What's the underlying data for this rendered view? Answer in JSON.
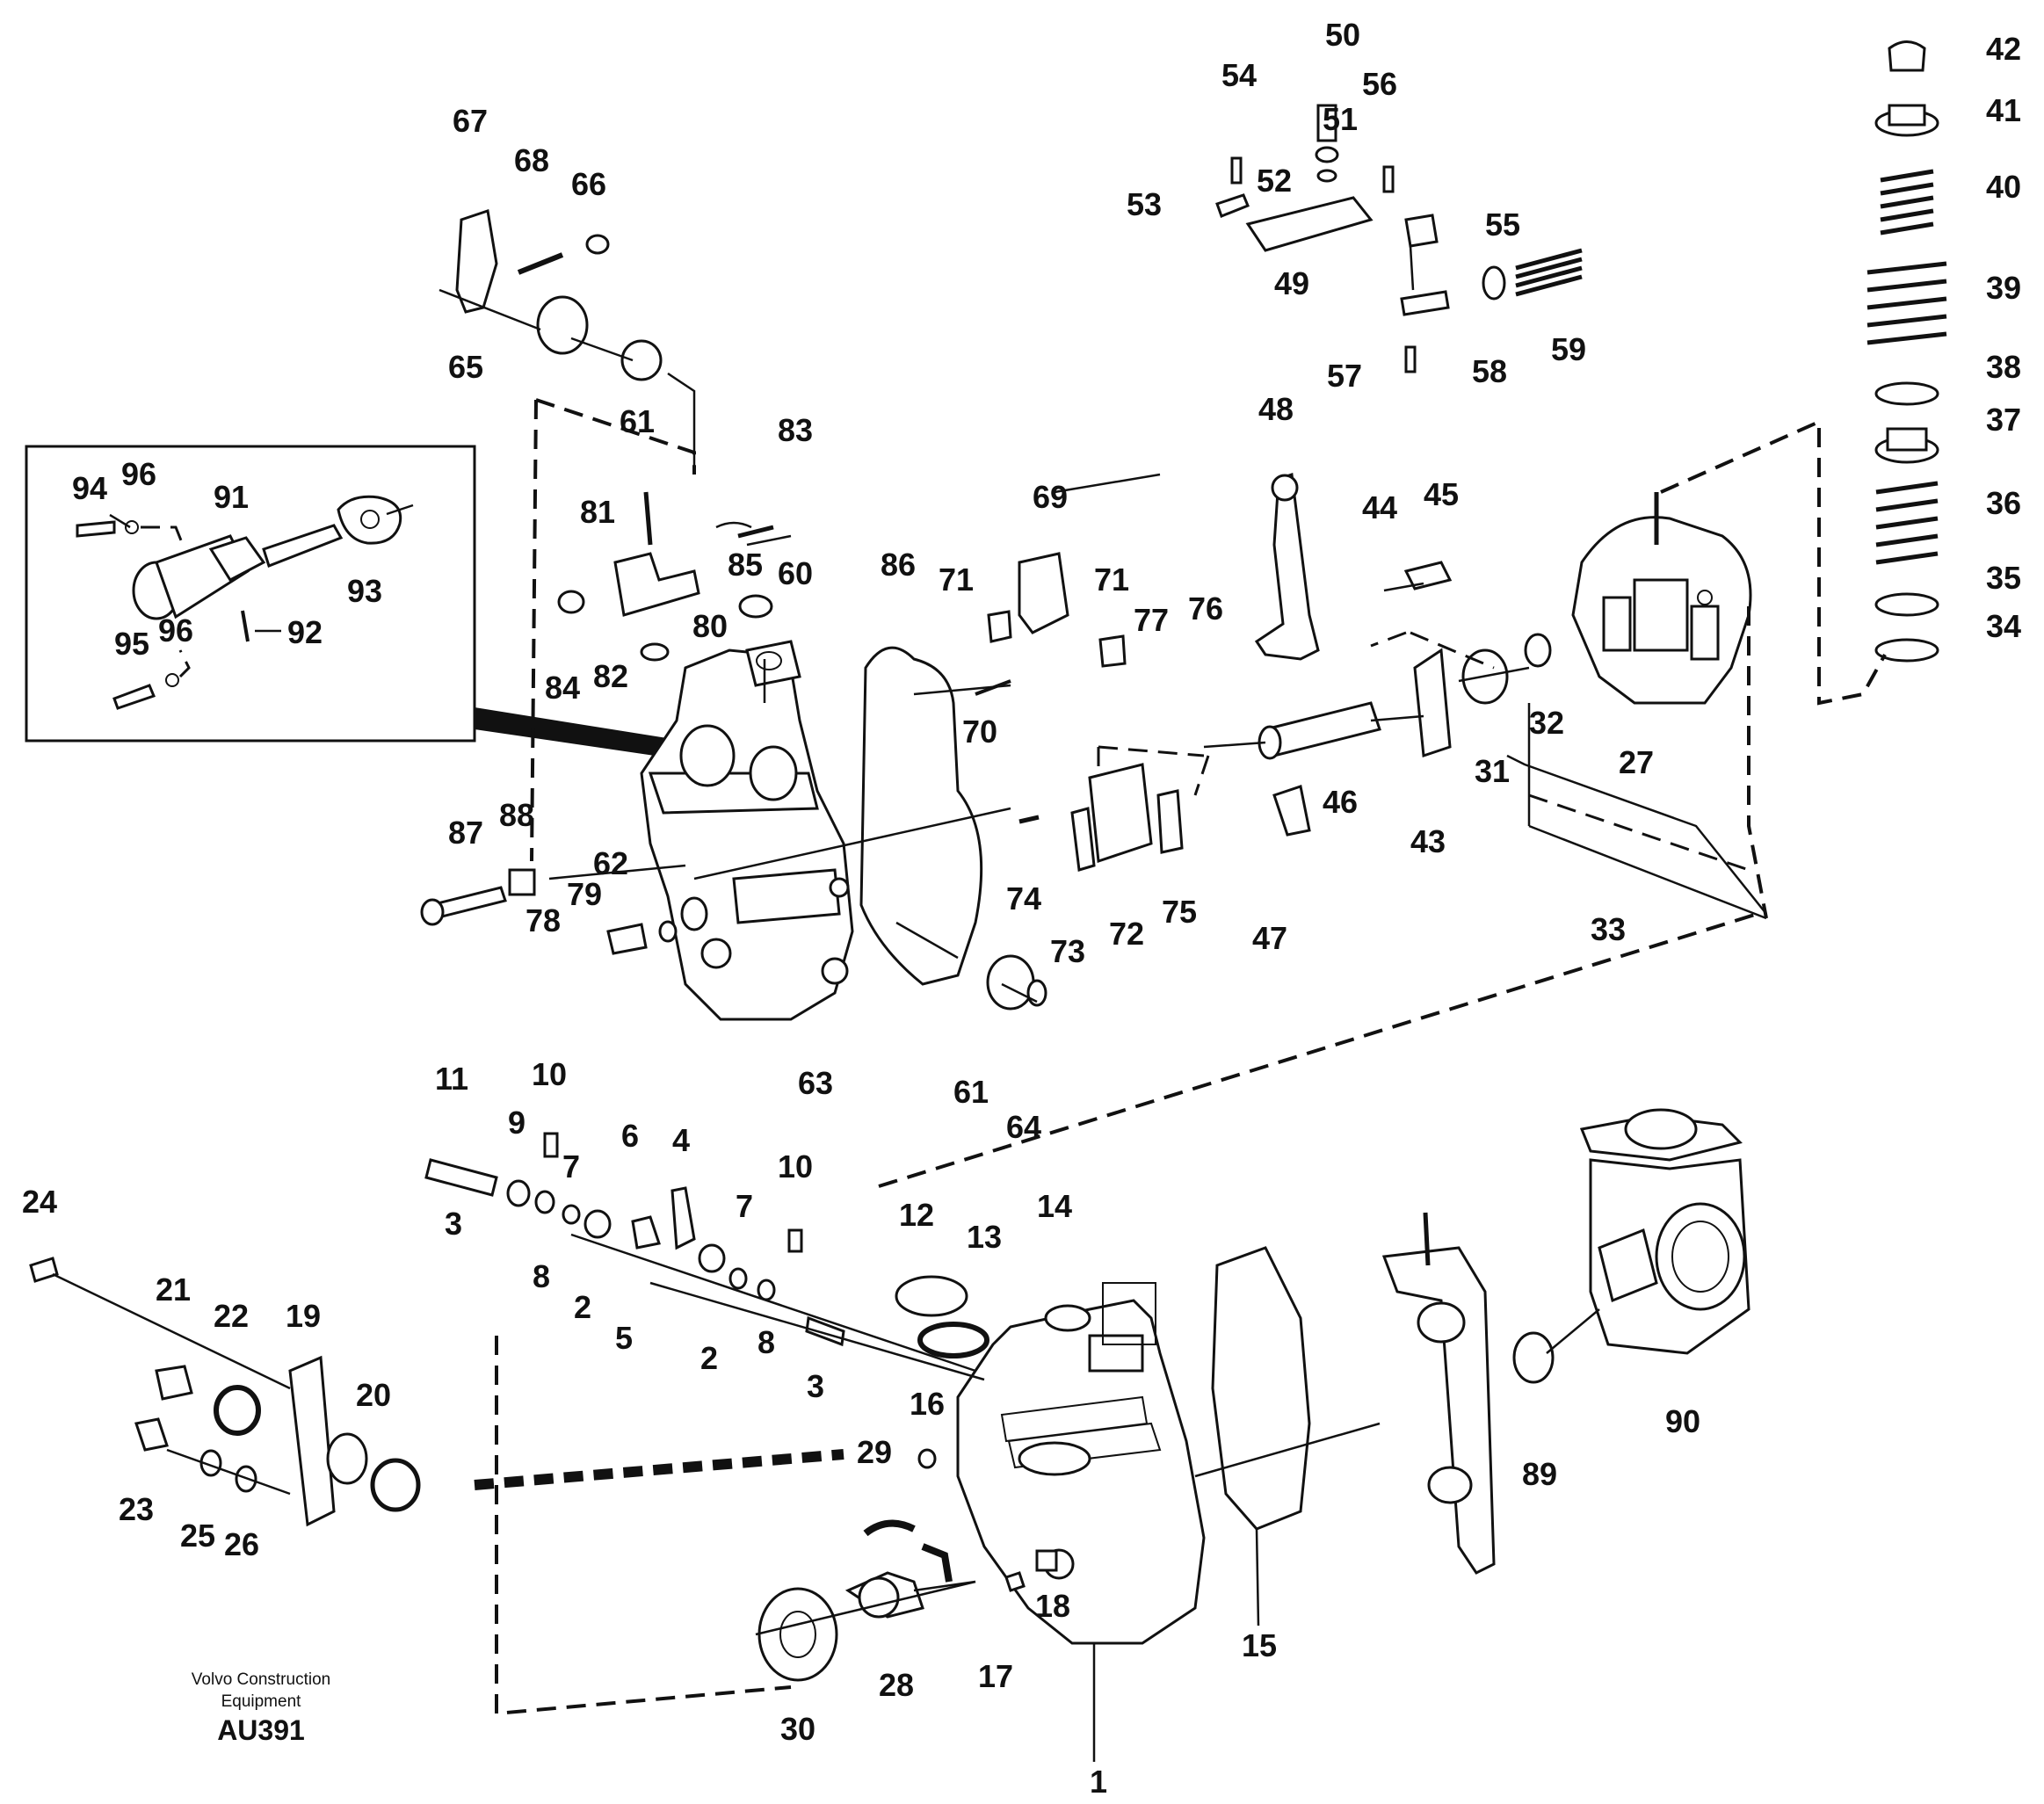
{
  "caption": {
    "line1": "Volvo Construction",
    "line2": "Equipment",
    "code": "AU391"
  },
  "labels": {
    "l1": "1",
    "l2a": "2",
    "l2b": "2",
    "l3a": "3",
    "l3b": "3",
    "l4": "4",
    "l5": "5",
    "l6": "6",
    "l7a": "7",
    "l7b": "7",
    "l8a": "8",
    "l8b": "8",
    "l9": "9",
    "l10a": "10",
    "l10b": "10",
    "l11": "11",
    "l12": "12",
    "l13": "13",
    "l14": "14",
    "l15": "15",
    "l16": "16",
    "l17": "17",
    "l18": "18",
    "l19": "19",
    "l20": "20",
    "l21": "21",
    "l22": "22",
    "l23": "23",
    "l24": "24",
    "l25": "25",
    "l26": "26",
    "l27": "27",
    "l28": "28",
    "l29": "29",
    "l30": "30",
    "l31": "31",
    "l32": "32",
    "l33": "33",
    "l34": "34",
    "l35": "35",
    "l36": "36",
    "l37": "37",
    "l38": "38",
    "l39": "39",
    "l40": "40",
    "l41": "41",
    "l42": "42",
    "l43": "43",
    "l44": "44",
    "l45": "45",
    "l46": "46",
    "l47": "47",
    "l48": "48",
    "l49": "49",
    "l50": "50",
    "l51": "51",
    "l52": "52",
    "l53": "53",
    "l54": "54",
    "l55": "55",
    "l56": "56",
    "l57": "57",
    "l58": "58",
    "l59": "59",
    "l60": "60",
    "l61a": "61",
    "l61b": "61",
    "l62": "62",
    "l63": "63",
    "l64": "64",
    "l65": "65",
    "l66": "66",
    "l67": "67",
    "l68": "68",
    "l69": "69",
    "l70": "70",
    "l71a": "71",
    "l71b": "71",
    "l72": "72",
    "l73": "73",
    "l74": "74",
    "l75": "75",
    "l76": "76",
    "l77": "77",
    "l78": "78",
    "l79": "79",
    "l80": "80",
    "l81": "81",
    "l82": "82",
    "l83": "83",
    "l84": "84",
    "l85": "85",
    "l86": "86",
    "l87": "87",
    "l88": "88",
    "l89": "89",
    "l90": "90",
    "l91": "91",
    "l92": "92",
    "l93": "93",
    "l94": "94",
    "l95": "95",
    "l96a": "96",
    "l96b": "96"
  }
}
